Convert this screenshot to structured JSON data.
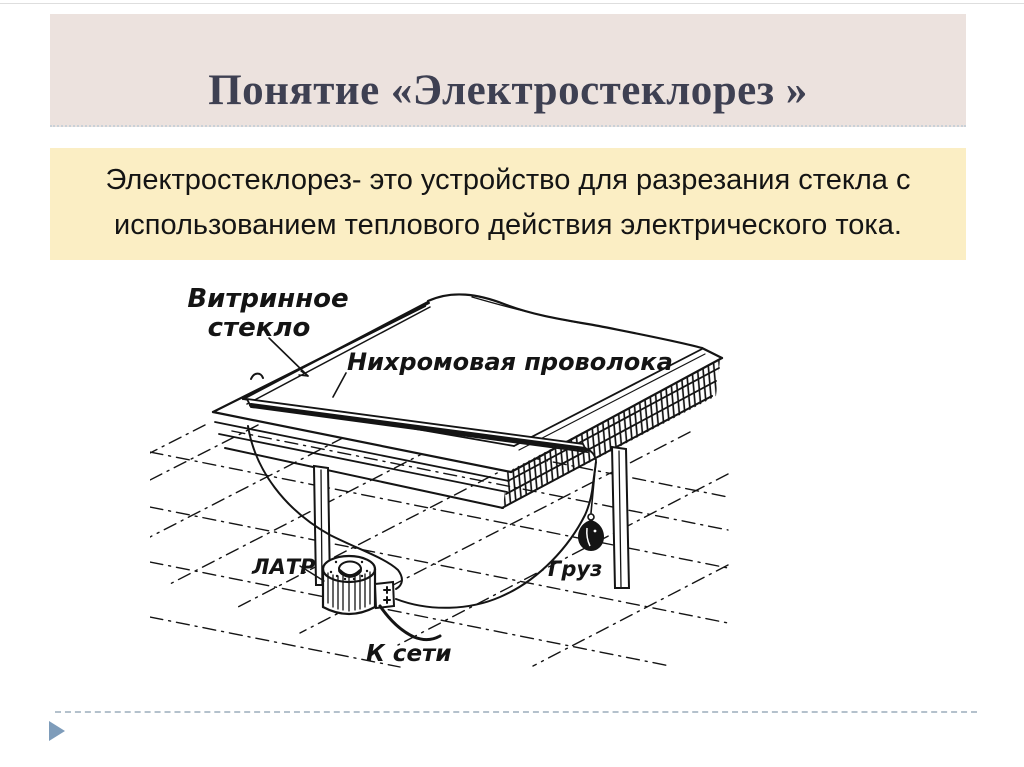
{
  "slide": {
    "title": "Понятие «Электростеклорез »",
    "definition_lines": [
      "Электростеклорез- это устройство для разрезания стекла с",
      "использованием теплового действия электрического тока."
    ]
  },
  "diagram": {
    "labels": {
      "glass_line1": "Витринное",
      "glass_line2": "стекло",
      "nichrome_wire": "Нихромовая проволока",
      "transformer": "ЛАТР",
      "weight": "Груз",
      "mains": "К сети"
    }
  },
  "colors": {
    "header_bg": "#ece2de",
    "title_text": "#3e4052",
    "definition_bg": "#fbeec4",
    "diagram_ink": "#141414",
    "divider_dash": "#b4c1cc",
    "nav_arrow": "#7e9cba"
  }
}
